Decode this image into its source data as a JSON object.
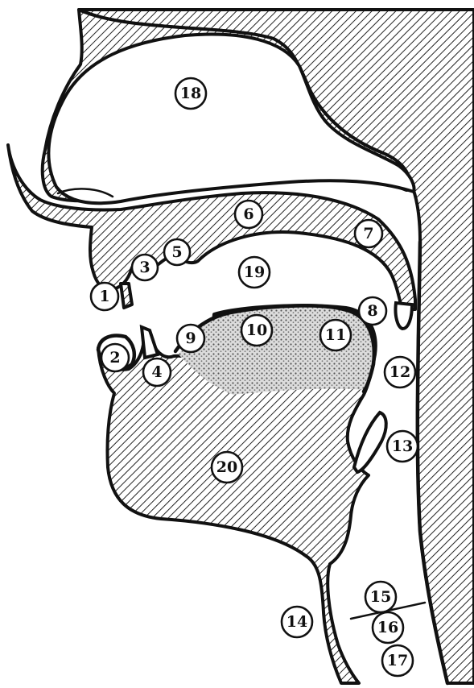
{
  "labels": [
    {
      "id": "1",
      "text": "1"
    },
    {
      "id": "2",
      "text": "2"
    },
    {
      "id": "3",
      "text": "3"
    },
    {
      "id": "4",
      "text": "4"
    },
    {
      "id": "5",
      "text": "5"
    },
    {
      "id": "6",
      "text": "6"
    },
    {
      "id": "7",
      "text": "7"
    },
    {
      "id": "8",
      "text": "8"
    },
    {
      "id": "9",
      "text": "9"
    },
    {
      "id": "10",
      "text": "10"
    },
    {
      "id": "11",
      "text": "11"
    },
    {
      "id": "12",
      "text": "12"
    },
    {
      "id": "13",
      "text": "13"
    },
    {
      "id": "14",
      "text": "14"
    },
    {
      "id": "15",
      "text": "15"
    },
    {
      "id": "16",
      "text": "16"
    },
    {
      "id": "17",
      "text": "17"
    },
    {
      "id": "18",
      "text": "18"
    },
    {
      "id": "19",
      "text": "19"
    },
    {
      "id": "20",
      "text": "20"
    }
  ]
}
